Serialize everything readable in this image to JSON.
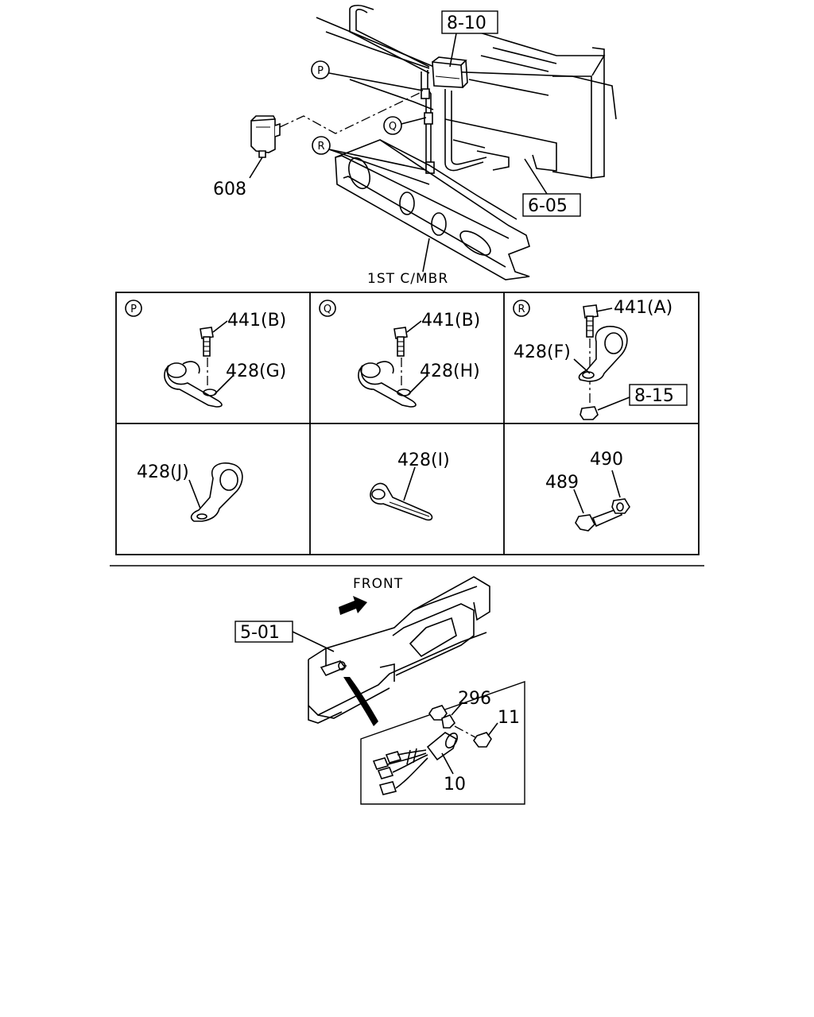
{
  "top_view": {
    "ref_8_10": "8-10",
    "ref_6_05": "6-05",
    "part_608": "608",
    "callout_p": "P",
    "callout_q": "Q",
    "callout_r": "R",
    "crossmember_label": "1ST C/MBR"
  },
  "panels": {
    "p": {
      "callout": "P",
      "bolt": "441(B)",
      "clip": "428(G)"
    },
    "q": {
      "callout": "Q",
      "bolt": "441(B)",
      "clip": "428(H)"
    },
    "r": {
      "callout": "R",
      "bolt": "441(A)",
      "clip": "428(F)",
      "ref": "8-15"
    },
    "j": {
      "clip": "428(J)"
    },
    "i": {
      "clip": "428(I)"
    },
    "bolts": {
      "bolt": "489",
      "washer": "490"
    }
  },
  "bottom_view": {
    "front_label": "FRONT",
    "ref_5_01": "5-01",
    "part_296": "296",
    "part_11": "11",
    "part_10": "10"
  }
}
